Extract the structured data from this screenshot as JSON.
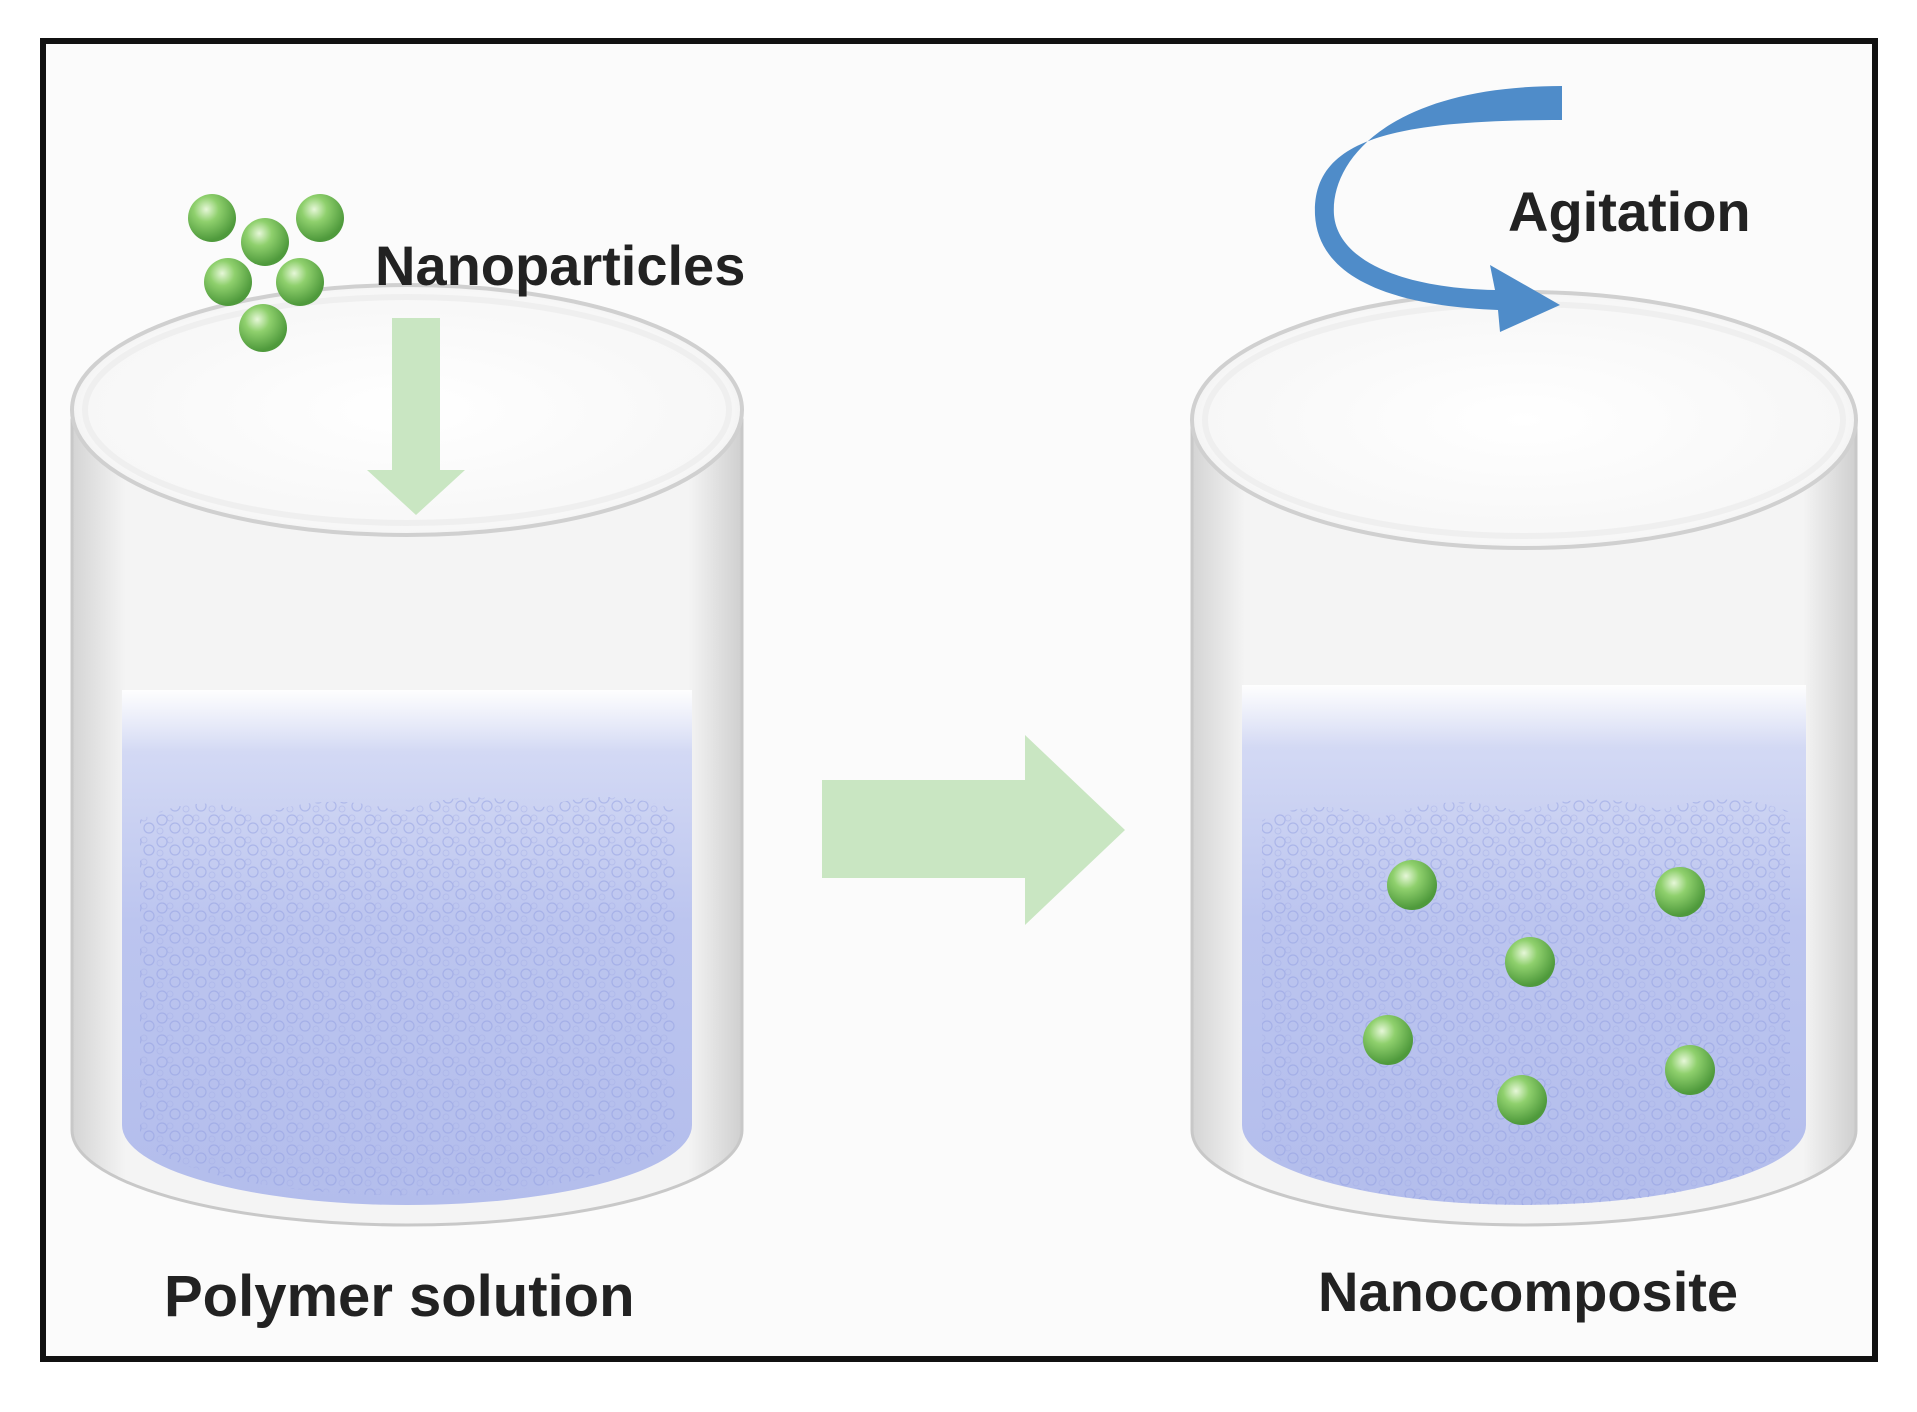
{
  "labels": {
    "nanoparticles": "Nanoparticles",
    "agitation": "Agitation",
    "polymer_solution": "Polymer solution",
    "nanocomposite": "Nanocomposite"
  },
  "colors": {
    "particle_green": "#7cc35f",
    "arrow_green": "#c9e6c2",
    "agitation_blue": "#4f8cc9",
    "solution_blue": "#b9c3ee",
    "frame": "#111111"
  },
  "icons": {
    "falling_particles": "particle-cluster-icon",
    "drop_arrow": "arrow-down-icon",
    "process_arrow": "arrow-right-icon",
    "agitation": "curved-arrow-icon"
  }
}
